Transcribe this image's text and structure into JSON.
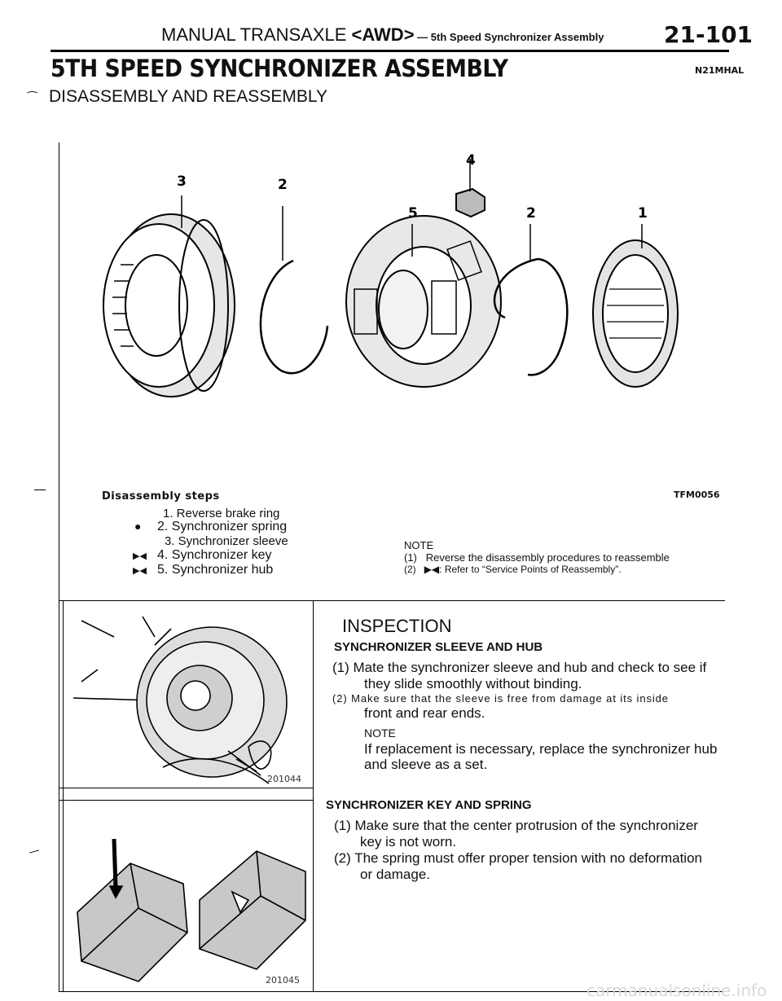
{
  "header": {
    "left_prefix": "MANUAL TRANSAXLE ",
    "awd": "<AWD>",
    "dash": " — ",
    "section": "5th Speed Synchronizer Assembly",
    "page_number": "21-101"
  },
  "title": "5TH SPEED SYNCHRONIZER ASSEMBLY",
  "doc_code": "N21MHAL",
  "subtitle": "DISASSEMBLY AND REASSEMBLY",
  "figure_top": {
    "code": "TFM0056",
    "labels": [
      "3",
      "2",
      "4",
      "5",
      "2",
      "1"
    ]
  },
  "disassembly": {
    "heading": "Disassembly steps",
    "steps": [
      {
        "mark": "",
        "text": "1. Reverse brake ring"
      },
      {
        "mark": "●",
        "text": "2. Synchronizer spring"
      },
      {
        "mark": "",
        "text": "3. Synchronizer sleeve"
      },
      {
        "mark": "▶◀",
        "text": "4. Synchronizer key"
      },
      {
        "mark": "▶◀",
        "text": "5. Synchronizer hub"
      }
    ]
  },
  "note": {
    "label": "NOTE",
    "items": [
      {
        "num": "(1)",
        "text": "Reverse the disassembly procedures to reassemble"
      },
      {
        "num": "(2)",
        "text": "▶◀: Refer to “Service Points of Reassembly”."
      }
    ]
  },
  "figures_small": [
    "201044",
    "201045"
  ],
  "inspection": {
    "heading": "INSPECTION",
    "sections": [
      {
        "title": "SYNCHRONIZER SLEEVE AND HUB",
        "items": [
          "(1) Mate the synchronizer sleeve and hub and check to see if",
          "they slide smoothly without binding.",
          "(2) Make sure that the sleeve is free from damage at its inside",
          "front and rear ends."
        ],
        "note_label": "NOTE",
        "note_lines": [
          "If replacement is necessary, replace the synchronizer hub",
          "and sleeve as a set."
        ]
      },
      {
        "title": "SYNCHRONIZER KEY AND SPRING",
        "items": [
          "(1) Make sure that the center protrusion of the synchronizer",
          "key is not worn.",
          "(2) The spring must offer proper tension with no deformation",
          "or damage."
        ]
      }
    ]
  },
  "watermark": "carmanualsonline.info"
}
